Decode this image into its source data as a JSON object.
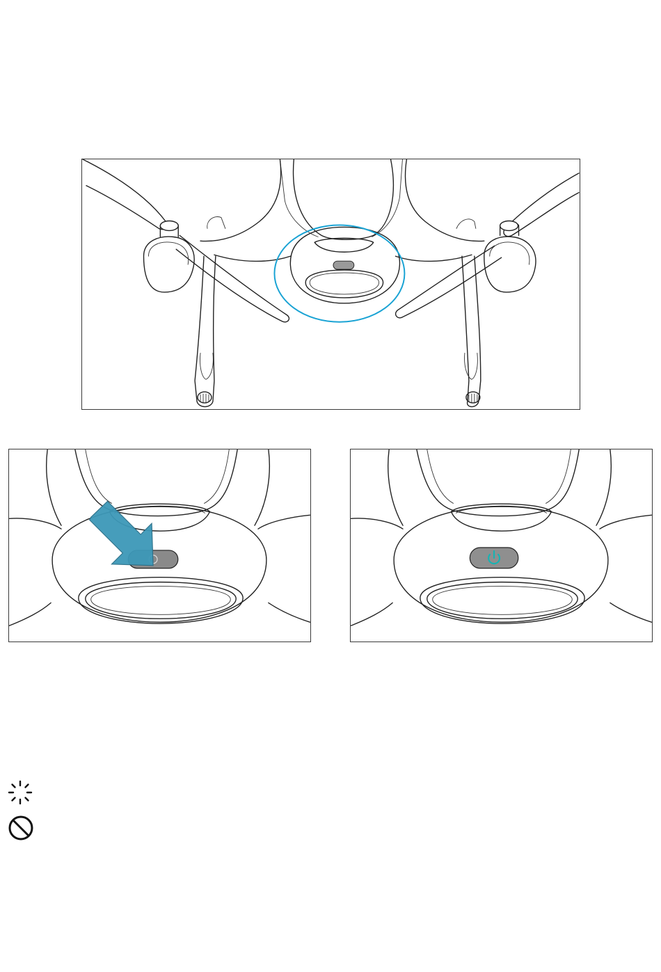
{
  "figures": [
    {
      "id": "overview",
      "description_icons": [
        "drone-front-view",
        "highlight-circle",
        "power-button"
      ]
    },
    {
      "id": "press-button",
      "icons": [
        "press-arrow",
        "power-button"
      ]
    },
    {
      "id": "button-lit",
      "icons": [
        "power-button-lit"
      ]
    }
  ],
  "legend": [
    {
      "icon": "blinking-light-icon"
    },
    {
      "icon": "prohibited-icon"
    }
  ],
  "colors": {
    "highlight_circle": "#1aa3d4",
    "arrow_fill": "#3d98b8",
    "arrow_stroke": "#2a6f88",
    "power_lit": "#18b3b3",
    "button_fill": "#8a8a8a"
  }
}
